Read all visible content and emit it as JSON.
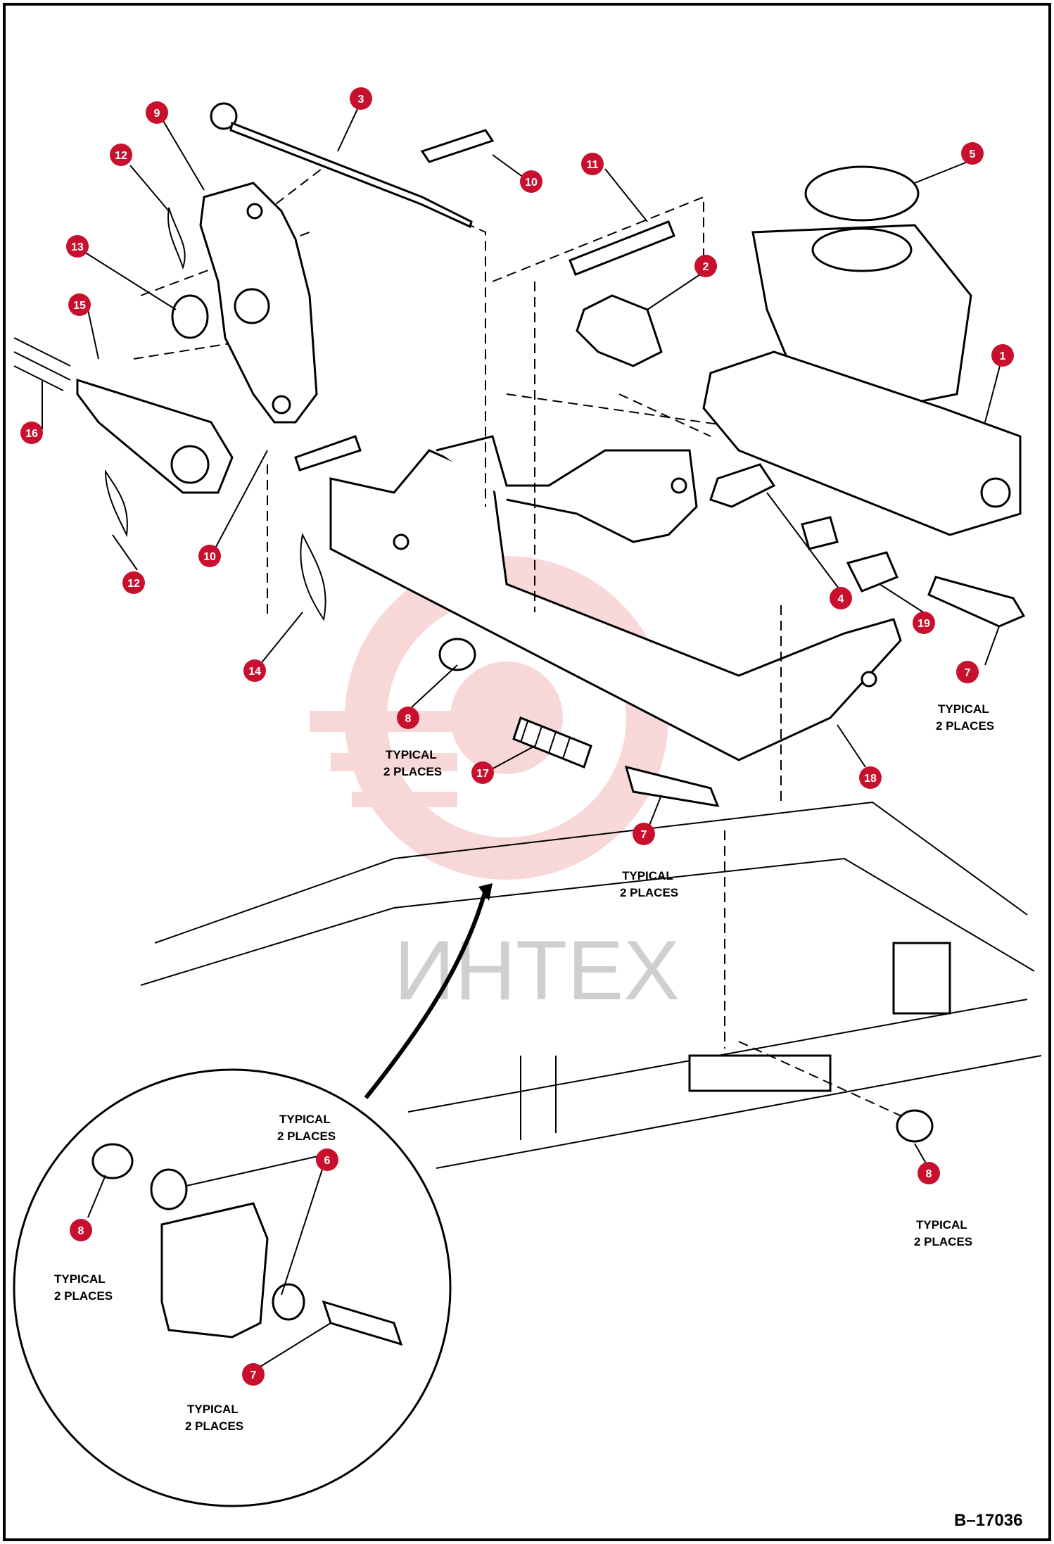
{
  "figure": {
    "id": "B–17036",
    "watermark": "ИНТЕХ"
  },
  "callouts": [
    {
      "num": "1"
    },
    {
      "num": "2"
    },
    {
      "num": "3"
    },
    {
      "num": "4"
    },
    {
      "num": "5"
    },
    {
      "num": "6"
    },
    {
      "num": "7"
    },
    {
      "num": "7"
    },
    {
      "num": "7"
    },
    {
      "num": "8"
    },
    {
      "num": "8"
    },
    {
      "num": "8"
    },
    {
      "num": "9"
    },
    {
      "num": "10"
    },
    {
      "num": "10"
    },
    {
      "num": "11"
    },
    {
      "num": "12"
    },
    {
      "num": "12"
    },
    {
      "num": "13"
    },
    {
      "num": "14"
    },
    {
      "num": "15"
    },
    {
      "num": "16"
    },
    {
      "num": "17"
    },
    {
      "num": "18"
    },
    {
      "num": "19"
    }
  ],
  "notes": [
    {
      "line1": "TYPICAL",
      "line2": "2 PLACES"
    },
    {
      "line1": "TYPICAL",
      "line2": "2 PLACES"
    },
    {
      "line1": "TYPICAL",
      "line2": "2 PLACES"
    },
    {
      "line1": "TYPICAL",
      "line2": "2 PLACES"
    },
    {
      "line1": "TYPICAL",
      "line2": "2 PLACES"
    },
    {
      "line1": "TYPICAL",
      "line2": "2 PLACES"
    },
    {
      "line1": "TYPICAL",
      "line2": "2 PLACES"
    }
  ],
  "colors": {
    "callout_fill": "#c8102e",
    "watermark": "#f2b8b8",
    "line": "#000000"
  }
}
